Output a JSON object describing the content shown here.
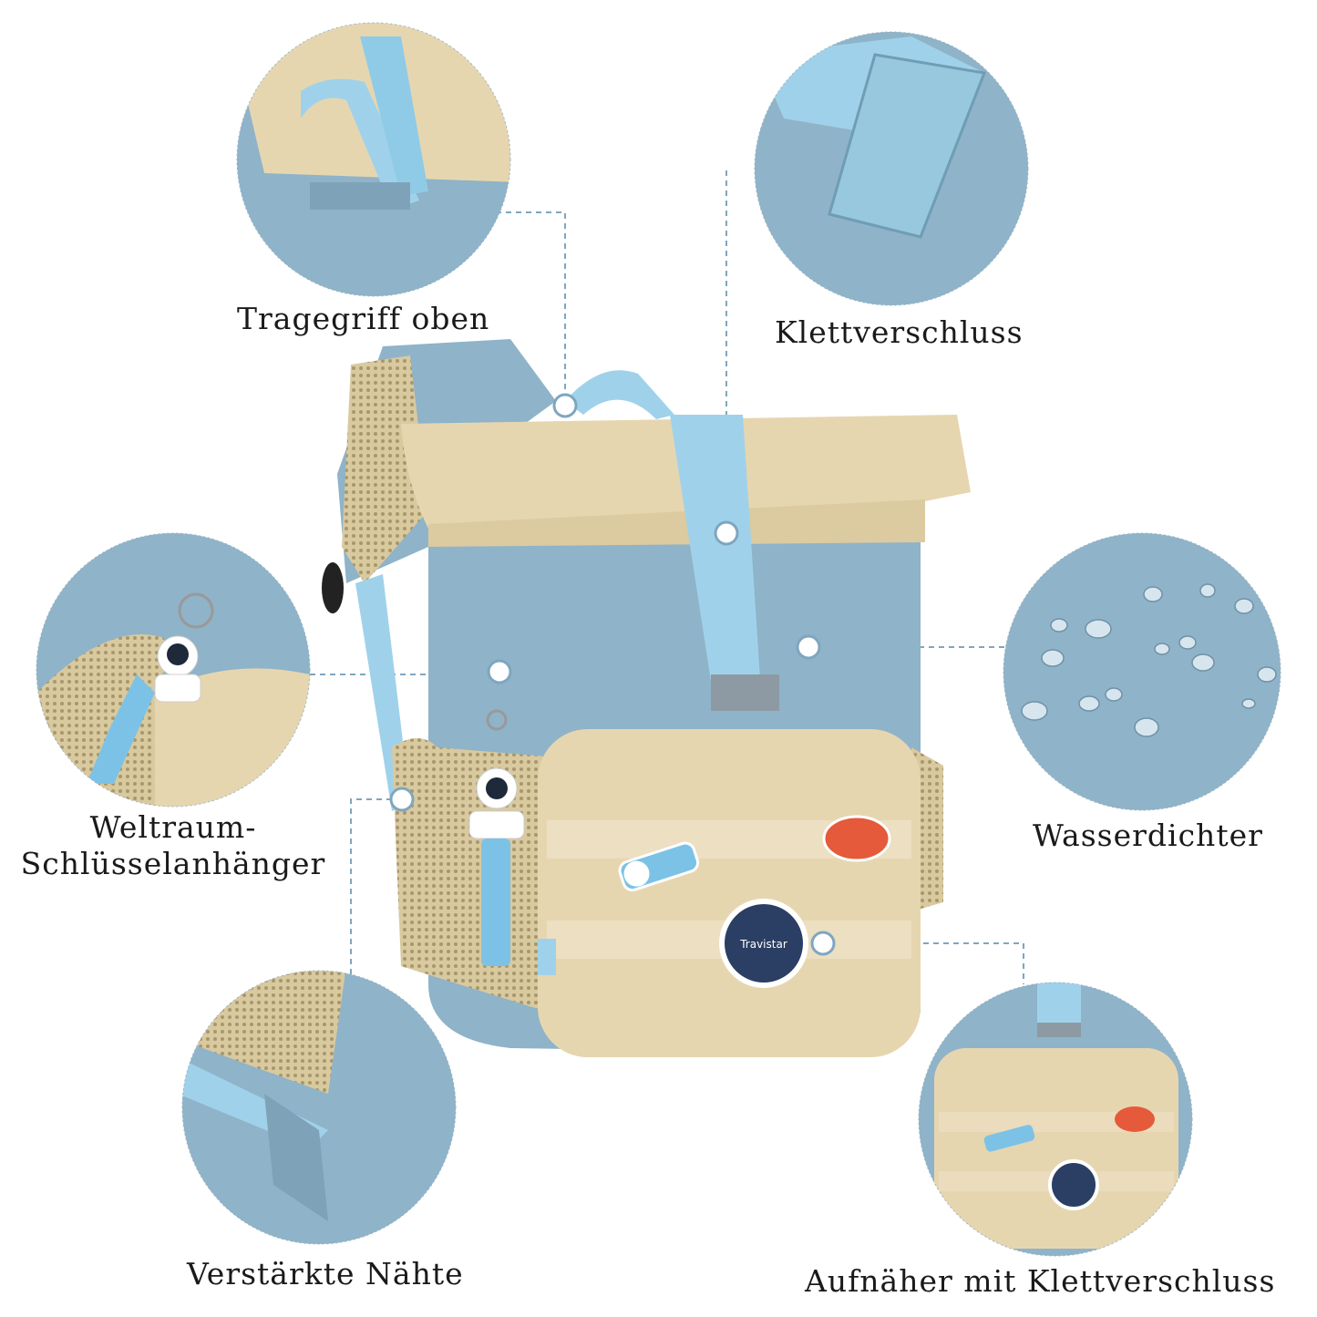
{
  "callouts": {
    "handle": "Tragegriff oben",
    "velcro": "Klettverschluss",
    "keychain_line1": "Weltraum-",
    "keychain_line2": "Schlüsselanhänger",
    "waterproof": "Wasserdichter",
    "seams": "Verstärkte Nähte",
    "patches": "Aufnäher mit Klettverschluss"
  },
  "badge_text": "Travistar",
  "colors": {
    "blue": "#8fb3c8",
    "beige": "#e6d6b0",
    "strap": "#9fd2ea",
    "callout_line": "#7fa6bf"
  }
}
